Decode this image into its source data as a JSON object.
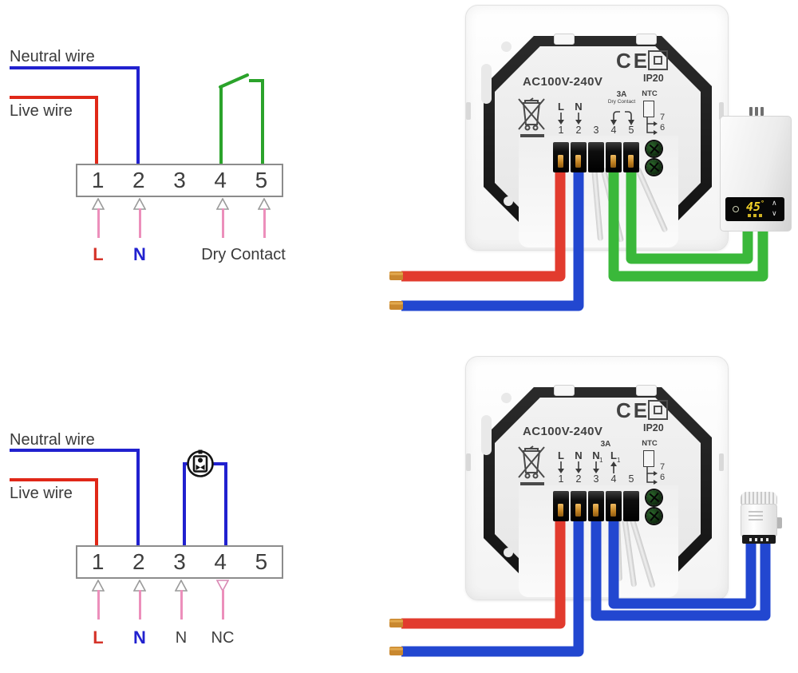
{
  "colors": {
    "photo_wire_red": "#e23b2e",
    "photo_wire_blue": "#2247d0",
    "photo_wire_green": "#3ab83a",
    "schematic_red": "#e02818",
    "schematic_blue": "#2121cf",
    "schematic_green": "#2ba32b",
    "arrow_pink": "#ec8fbb",
    "copper": "#c9882f",
    "boiler_display_yellow": "#f2d028"
  },
  "schematic_dry_contact": {
    "neutral_label": "Neutral wire",
    "live_label": "Live wire",
    "terminals": [
      "1",
      "2",
      "3",
      "4",
      "5"
    ],
    "label_l": "L",
    "label_n": "N",
    "label_dry_contact": "Dry Contact"
  },
  "schematic_valve": {
    "neutral_label": "Neutral wire",
    "live_label": "Live wire",
    "terminals": [
      "1",
      "2",
      "3",
      "4",
      "5"
    ],
    "label_l": "L",
    "label_n": "N",
    "label_n_valve": "N",
    "label_nc": "NC"
  },
  "thermostat_dry_contact": {
    "voltage": "AC100V-240V",
    "ce_mark": "CE",
    "ip_rating": "IP20",
    "terminal_l": "L",
    "terminal_n": "N",
    "relay_rating": "3A",
    "relay_label": "Dry Contact",
    "ntc_label": "NTC",
    "pins": [
      "1",
      "2",
      "3",
      "4",
      "5"
    ],
    "ntc_pin_7": "7",
    "ntc_pin_6": "6"
  },
  "thermostat_valve": {
    "voltage": "AC100V-240V",
    "ce_mark": "CE",
    "ip_rating": "IP20",
    "terminal_l": "L",
    "terminal_n": "N",
    "terminal_n1": "N",
    "terminal_n1_sub": "1",
    "relay_rating": "3A",
    "terminal_l1": "L",
    "terminal_l1_sub": "1",
    "ntc_label": "NTC",
    "pins": [
      "1",
      "2",
      "3",
      "4",
      "5"
    ],
    "ntc_pin_7": "7",
    "ntc_pin_6": "6"
  },
  "boiler": {
    "display_temp": "45",
    "display_degree": "°"
  }
}
